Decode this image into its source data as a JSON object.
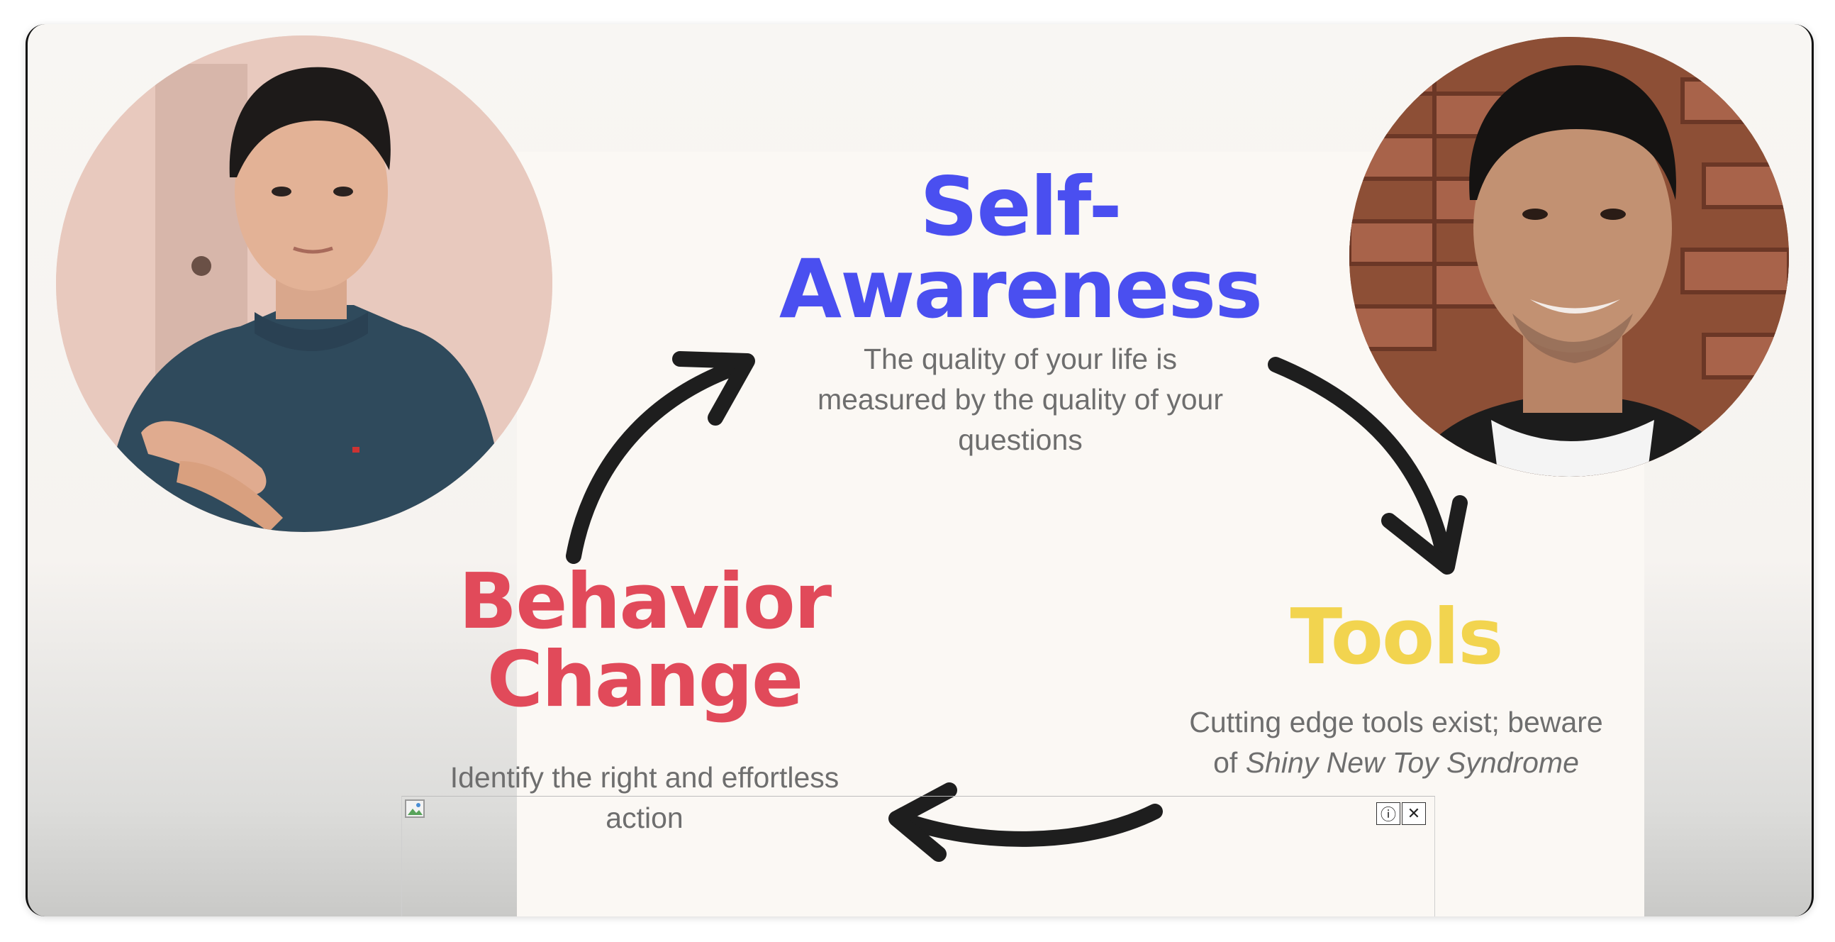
{
  "slide": {
    "top": {
      "title_line1": "Self-",
      "title_line2": "Awareness",
      "title_color": "#4a4ff0",
      "desc_line1": "The quality of your life is",
      "desc_line2": "measured by the quality of your",
      "desc_line3": "questions"
    },
    "right": {
      "title": "Tools",
      "title_color": "#f2d44f",
      "desc_line1": "Cutting edge tools exist; beware",
      "desc_prefix": "of ",
      "desc_italic": "Shiny New Toy Syndrome"
    },
    "left": {
      "title_line1": "Behavior",
      "title_line2": "Change",
      "title_color": "#e14a5a",
      "desc_line1": "Identify the right and effortless",
      "desc_line2": "action"
    }
  },
  "ad": {
    "info_icon": "info-icon",
    "close_icon": "close-icon"
  },
  "colors": {
    "arrow": "#1e1e1e",
    "background": "#f8f6f3"
  }
}
